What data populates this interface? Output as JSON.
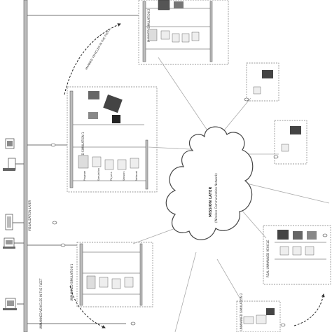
{
  "layers": {
    "visualization": "VISUALIZATION LAYER",
    "mission_title": "MISSION LAYER",
    "mission_subtitle": "(Wireless Communication Network)"
  },
  "groups": {
    "manned_fleet": "MANNED VEHICLES IN THE FLEET",
    "unmanned_fleet": "UNMANNED VEHICLES IN THE FLEET"
  },
  "simulations": {
    "manned_1": "MANNED SIMULATION 1",
    "manned_2": "MANNED SIMULATION 2",
    "unmanned_1": "UNMANNED SIMULATION 1",
    "unmanned_2": "UNMANNED SIMULATION 2",
    "real_unmanned": "REAL UNMANNED VEHICLE"
  },
  "modules": {
    "program": "Program",
    "simulation": "Simulation",
    "physics": "Physics",
    "sensors": "Sensors",
    "network": "Network"
  },
  "colors": {
    "line": "#444444",
    "bus": "#b5b5b5",
    "box_border": "#777777",
    "cloud_fill": "#ffffff"
  }
}
